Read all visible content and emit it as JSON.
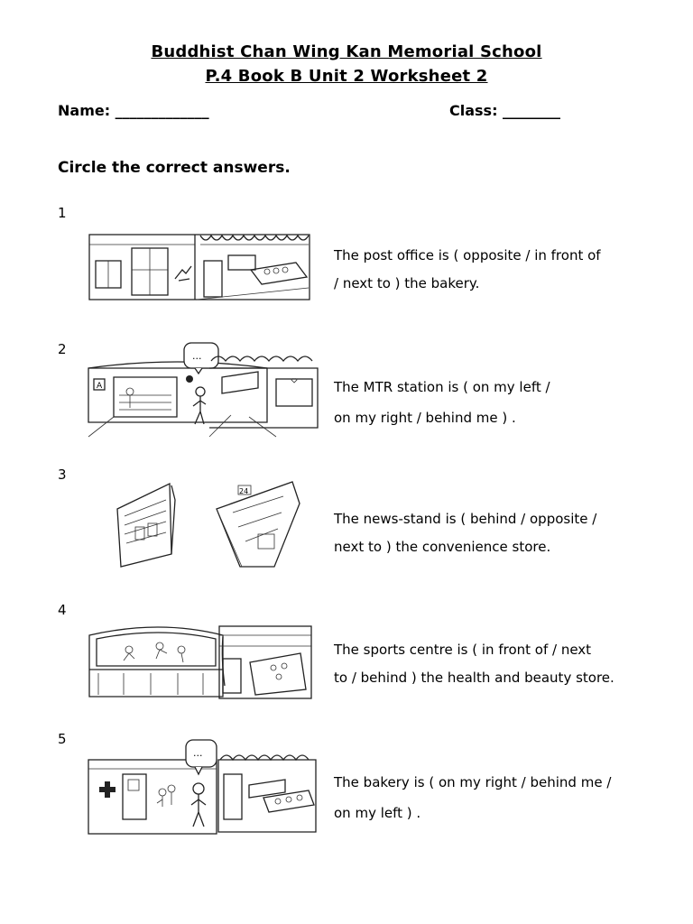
{
  "header": {
    "school": "Buddhist Chan Wing Kan Memorial School",
    "worksheet": "P.4 Book B Unit 2 Worksheet 2"
  },
  "fields": {
    "name_label": "Name: _____________",
    "class_label": "Class: ________"
  },
  "instruction": "Circle the correct answers.",
  "questions": [
    {
      "number": "1",
      "lines": [
        "The post office is ( opposite / in front of",
        "/ next to ) the bakery."
      ]
    },
    {
      "number": "2",
      "lines": [
        "The MTR station is ( on my left /",
        "on my right / behind me ) ."
      ]
    },
    {
      "number": "3",
      "lines": [
        "The news-stand is ( behind / opposite /",
        "next to ) the convenience store."
      ]
    },
    {
      "number": "4",
      "lines": [
        "The sports centre is ( in front of / next",
        "to / behind ) the health and beauty store."
      ]
    },
    {
      "number": "5",
      "lines": [
        "The bakery is ( on my right / behind me /",
        "on my left ) ."
      ]
    }
  ],
  "illustrations": {
    "speech_bubble": "...",
    "mtr_sign": "A",
    "store_sign": "24"
  }
}
